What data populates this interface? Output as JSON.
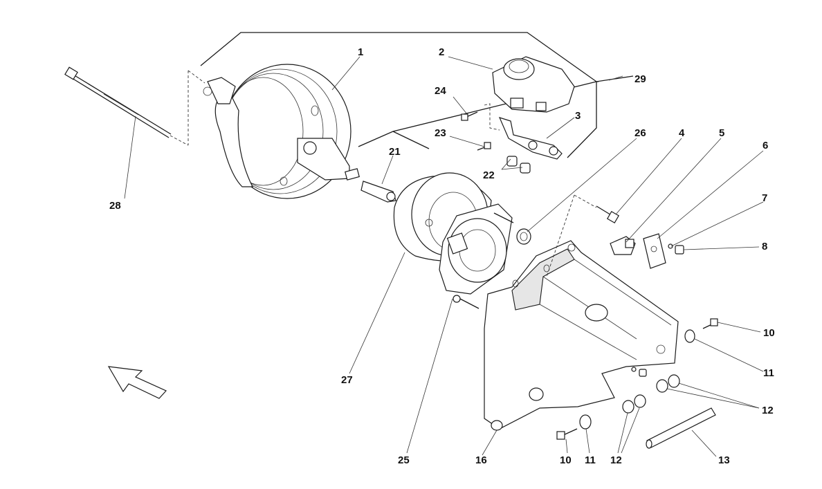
{
  "diagram": {
    "callouts": {
      "c1": "1",
      "c2": "2",
      "c3": "3",
      "c4": "4",
      "c5": "5",
      "c6": "6",
      "c7": "7",
      "c8": "8",
      "c10a": "10",
      "c10b": "10",
      "c11a": "11",
      "c11b": "11",
      "c12a": "12",
      "c12b": "12",
      "c13": "13",
      "c16": "16",
      "c21": "21",
      "c22": "22",
      "c23": "23",
      "c24": "24",
      "c25": "25",
      "c26": "26",
      "c27": "27",
      "c28": "28",
      "c29": "29"
    },
    "icons": {
      "direction": "arrow-icon"
    },
    "colors": {
      "line": "#1a1a1a",
      "background": "#ffffff",
      "shade": "#e6e6e6"
    }
  }
}
